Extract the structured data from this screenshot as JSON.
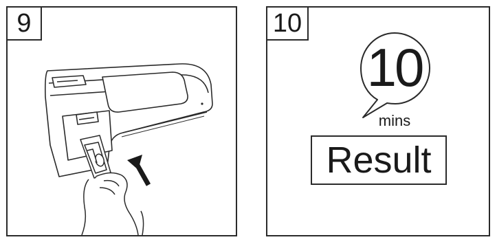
{
  "steps": [
    {
      "number": "9"
    },
    {
      "number": "10",
      "timer_value": "10",
      "timer_unit": "mins",
      "result_label": "Result"
    }
  ]
}
